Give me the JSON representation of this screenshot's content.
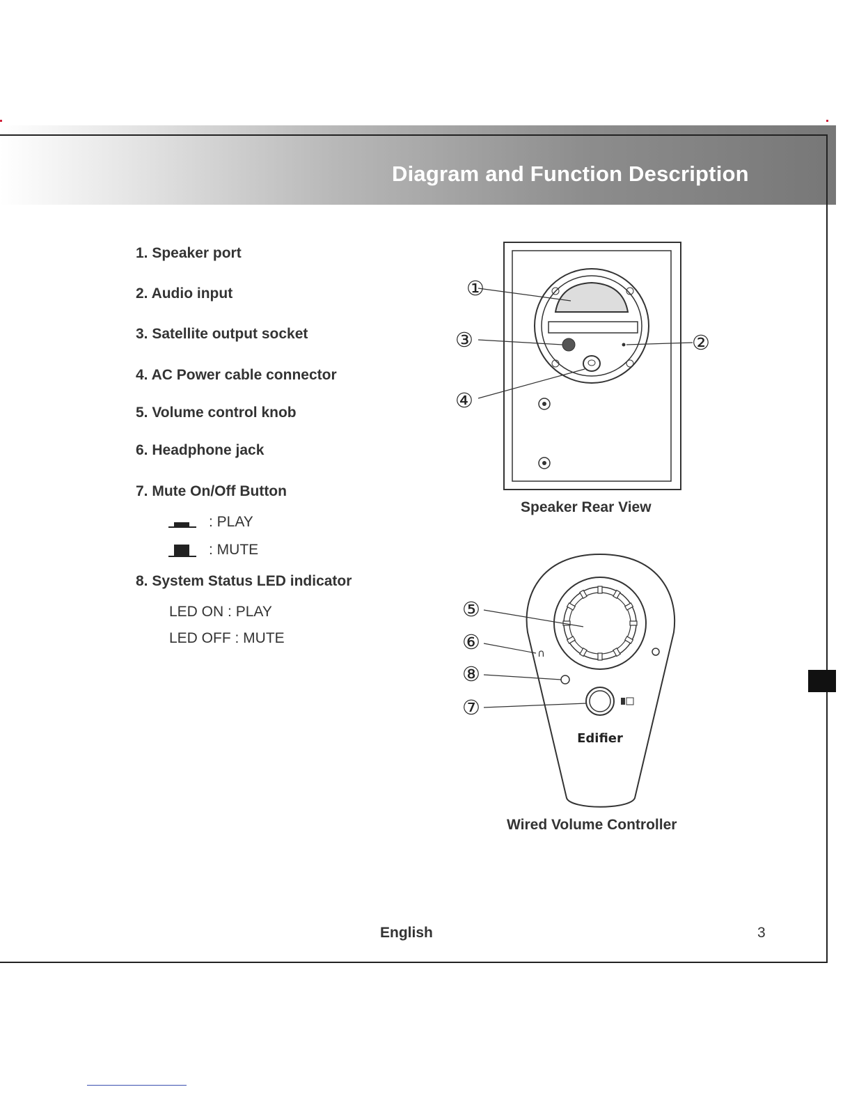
{
  "header": {
    "title": "Diagram and Function Description"
  },
  "features": [
    {
      "label": "1. Speaker port"
    },
    {
      "label": "2. Audio input"
    },
    {
      "label": "3. Satellite output socket"
    },
    {
      "label": "4. AC Power cable connector"
    },
    {
      "label": "5. Volume control knob"
    },
    {
      "label": "6. Headphone jack"
    },
    {
      "label": "7. Mute On/Off Button"
    },
    {
      "label": "8. System Status LED indicator"
    }
  ],
  "mute_states": [
    {
      "icon": "switch-up-icon",
      "text": ": PLAY"
    },
    {
      "icon": "switch-down-icon",
      "text": ": MUTE"
    }
  ],
  "led_states": [
    {
      "text": "LED ON : PLAY"
    },
    {
      "text": "LED OFF : MUTE"
    }
  ],
  "diagrams": {
    "rear_caption": "Speaker Rear View",
    "controller_caption": "Wired Volume Controller",
    "brand_label": "Edifier",
    "callouts": [
      "①",
      "②",
      "③",
      "④",
      "⑤",
      "⑥",
      "⑧",
      "⑦"
    ]
  },
  "footer": {
    "language": "English",
    "page_number": "3"
  },
  "colors": {
    "header_gradient_end": "#777777",
    "title_text": "#ffffff",
    "corner_mark": "#d0233b"
  }
}
